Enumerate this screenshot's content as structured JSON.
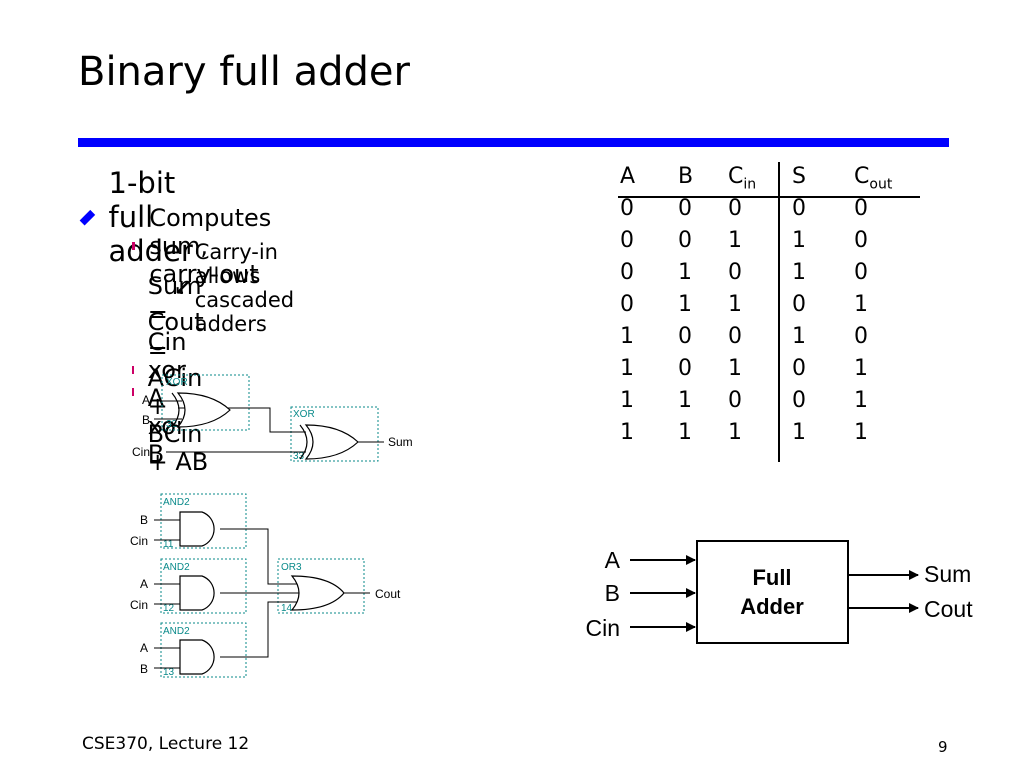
{
  "slide": {
    "title": "Binary full adder",
    "colors": {
      "rule": "#0000ff",
      "bullet1": "#0000ff",
      "bullet2": "#cc0066",
      "schematic": "#0a8a8a"
    }
  },
  "bullets": {
    "main": "1-bit full adder",
    "sub": [
      "Computes sum, carry-out",
      "Sum = Cin xor A xor B",
      "Cout = ACin + BCin + AB"
    ],
    "subsub": "Carry-in allows cascaded adders"
  },
  "truth_table": {
    "headers": [
      {
        "main": "A",
        "sub": ""
      },
      {
        "main": "B",
        "sub": ""
      },
      {
        "main": "C",
        "sub": "in"
      },
      {
        "main": "S",
        "sub": ""
      },
      {
        "main": "C",
        "sub": "out"
      }
    ],
    "rows": [
      [
        "0",
        "0",
        "0",
        "0",
        "0"
      ],
      [
        "0",
        "0",
        "1",
        "1",
        "0"
      ],
      [
        "0",
        "1",
        "0",
        "1",
        "0"
      ],
      [
        "0",
        "1",
        "1",
        "0",
        "1"
      ],
      [
        "1",
        "0",
        "0",
        "1",
        "0"
      ],
      [
        "1",
        "0",
        "1",
        "0",
        "1"
      ],
      [
        "1",
        "1",
        "0",
        "0",
        "1"
      ],
      [
        "1",
        "1",
        "1",
        "1",
        "1"
      ]
    ]
  },
  "sum_circuit": {
    "gate1": {
      "type": "XOR",
      "id": "32"
    },
    "gate2": {
      "type": "XOR",
      "id": "33"
    },
    "inputs": [
      "A",
      "B",
      "Cin"
    ],
    "output": "Sum"
  },
  "cout_circuit": {
    "gate1": {
      "type": "AND2",
      "id": "11",
      "inputs": [
        "B",
        "Cin"
      ]
    },
    "gate2": {
      "type": "AND2",
      "id": "12",
      "inputs": [
        "A",
        "Cin"
      ]
    },
    "gate3": {
      "type": "AND2",
      "id": "13",
      "inputs": [
        "A",
        "B"
      ]
    },
    "gate4": {
      "type": "OR3",
      "id": "14"
    },
    "output": "Cout"
  },
  "block": {
    "line1": "Full",
    "line2": "Adder",
    "inputs": [
      "A",
      "B",
      "Cin"
    ],
    "outputs": [
      "Sum",
      "Cout"
    ]
  },
  "footer": {
    "course": "CSE370, Lecture 12",
    "page": "9"
  }
}
